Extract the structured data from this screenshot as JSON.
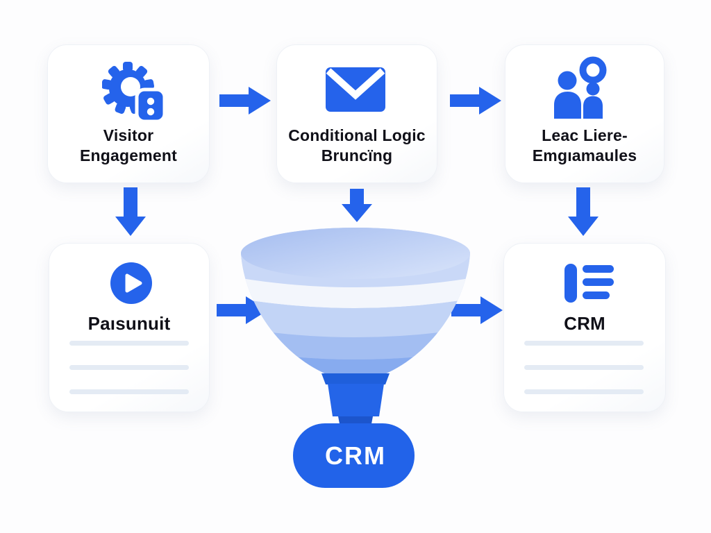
{
  "colors": {
    "primary": "#2563eb",
    "capsule": "#2263e9",
    "funnel_bands": [
      "#c9d8f7",
      "#f3f6fc",
      "#c2d4f6",
      "#a3bef2",
      "#87abef",
      "#98b5f0"
    ],
    "funnel_mouth_light": "#d9e4fa",
    "funnel_mouth_dark": "#a5bdf0",
    "card_background": "#ffffff",
    "page_background": "#fcfcfd",
    "label_text": "#101018",
    "placeholder_line": "#e4ebf4"
  },
  "icons": {
    "visitor": "gear-settings-icon",
    "logic": "envelope-icon",
    "lead": "users-icon",
    "pipeline": "play-circle-icon",
    "crm_card": "list-icon",
    "connectors": [
      "arrow-right-icon",
      "arrow-down-icon"
    ]
  },
  "nodes": {
    "visitor": {
      "label": "Visitor Engagement"
    },
    "logic": {
      "label": "Conditional Logic Bruncïng"
    },
    "lead": {
      "label": "Leac Liere-Emgıamaules"
    },
    "pipeline": {
      "label": "Paısunuit"
    },
    "crm_card": {
      "label": "CRM"
    },
    "funnel_output": {
      "label": "CRM"
    }
  },
  "flow": [
    {
      "from": "visitor",
      "to": "logic",
      "direction": "right"
    },
    {
      "from": "logic",
      "to": "lead",
      "direction": "right"
    },
    {
      "from": "visitor",
      "to": "pipeline",
      "direction": "down"
    },
    {
      "from": "logic",
      "to": "funnel",
      "direction": "down"
    },
    {
      "from": "lead",
      "to": "crm_card",
      "direction": "down"
    },
    {
      "from": "pipeline",
      "to": "funnel",
      "direction": "right"
    },
    {
      "from": "funnel",
      "to": "crm_card",
      "direction": "right"
    },
    {
      "from": "funnel",
      "to": "funnel_output",
      "direction": "down"
    }
  ]
}
